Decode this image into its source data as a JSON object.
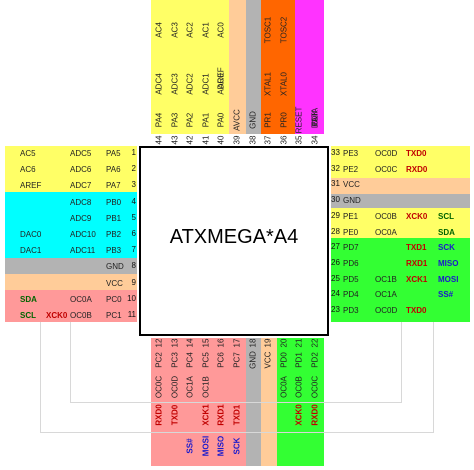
{
  "chip": {
    "name": "ATXMEGA*A4"
  },
  "colors": {
    "yellow": "#ffff66",
    "cyan": "#00ffff",
    "grey": "#b3b3b3",
    "peach": "#ffcc99",
    "red": "#ff9999",
    "green": "#33ff33",
    "orange": "#ff6600",
    "magenta": "#ff33ff"
  },
  "left": [
    {
      "num": "1",
      "pin": "PA5",
      "f1": "ADC5",
      "f2": "AC5",
      "f3": ""
    },
    {
      "num": "2",
      "pin": "PA6",
      "f1": "ADC6",
      "f2": "AC6",
      "f3": ""
    },
    {
      "num": "3",
      "pin": "PA7",
      "f1": "ADC7",
      "f2": "AREF",
      "f3": ""
    },
    {
      "num": "4",
      "pin": "PB0",
      "f1": "ADC8",
      "f2": "",
      "f3": ""
    },
    {
      "num": "5",
      "pin": "PB1",
      "f1": "ADC9",
      "f2": "",
      "f3": ""
    },
    {
      "num": "6",
      "pin": "PB2",
      "f1": "ADC10",
      "f2": "DAC0",
      "f3": ""
    },
    {
      "num": "7",
      "pin": "PB3",
      "f1": "ADC11",
      "f2": "DAC1",
      "f3": ""
    },
    {
      "num": "8",
      "pin": "GND",
      "f1": "",
      "f2": "",
      "f3": ""
    },
    {
      "num": "9",
      "pin": "VCC",
      "f1": "",
      "f2": "",
      "f3": ""
    },
    {
      "num": "10",
      "pin": "PC0",
      "f1": "OC0A",
      "f2": "",
      "f3": "SDA"
    },
    {
      "num": "11",
      "pin": "PC1",
      "f1": "OC0B",
      "f2": "XCK0",
      "f3": "SCL"
    }
  ],
  "right": [
    {
      "num": "33",
      "pin": "PE3",
      "f1": "OC0D",
      "f2": "TXD0",
      "f3": ""
    },
    {
      "num": "32",
      "pin": "PE2",
      "f1": "OC0C",
      "f2": "RXD0",
      "f3": ""
    },
    {
      "num": "31",
      "pin": "VCC",
      "f1": "",
      "f2": "",
      "f3": ""
    },
    {
      "num": "30",
      "pin": "GND",
      "f1": "",
      "f2": "",
      "f3": ""
    },
    {
      "num": "29",
      "pin": "PE1",
      "f1": "OC0B",
      "f2": "XCK0",
      "f3": "SCL"
    },
    {
      "num": "28",
      "pin": "PE0",
      "f1": "OC0A",
      "f2": "",
      "f3": "SDA"
    },
    {
      "num": "27",
      "pin": "PD7",
      "f1": "",
      "f2": "TXD1",
      "f3": "SCK"
    },
    {
      "num": "26",
      "pin": "PD6",
      "f1": "",
      "f2": "RXD1",
      "f3": "MISO"
    },
    {
      "num": "25",
      "pin": "PD5",
      "f1": "OC1B",
      "f2": "XCK1",
      "f3": "MOSI"
    },
    {
      "num": "24",
      "pin": "PD4",
      "f1": "OC1A",
      "f2": "",
      "f3": "SS#"
    },
    {
      "num": "23",
      "pin": "PD3",
      "f1": "OC0D",
      "f2": "TXD0",
      "f3": ""
    }
  ],
  "top": [
    {
      "num": "44",
      "pin": "PA4",
      "f1": "ADC4",
      "f2": "AC4"
    },
    {
      "num": "43",
      "pin": "PA3",
      "f1": "ADC3",
      "f2": "AC3"
    },
    {
      "num": "42",
      "pin": "PA2",
      "f1": "ADC2",
      "f2": "AC2"
    },
    {
      "num": "41",
      "pin": "PA1",
      "f1": "ADC1",
      "f2": "AC1"
    },
    {
      "num": "40",
      "pin": "PA0",
      "f1": "ADC0",
      "f2": "AC0",
      "f3": "AREF"
    },
    {
      "num": "39",
      "pin": "AVCC"
    },
    {
      "num": "38",
      "pin": "GND"
    },
    {
      "num": "37",
      "pin": "PR1",
      "f1": "XTAL1",
      "f2": "TOSC1"
    },
    {
      "num": "36",
      "pin": "PR0",
      "f1": "XTAL0",
      "f2": "TOSC2"
    },
    {
      "num": "35",
      "pin": "RESET"
    },
    {
      "num": "34",
      "pin": "PDI",
      "f1": "CLK",
      "f2": "DATA"
    }
  ],
  "bottom": [
    {
      "num": "12",
      "pin": "PC2",
      "f1": "OC0C",
      "f2": "RXD0",
      "f3": ""
    },
    {
      "num": "13",
      "pin": "PC3",
      "f1": "OC0D",
      "f2": "TXD0",
      "f3": ""
    },
    {
      "num": "14",
      "pin": "PC4",
      "f1": "OC1A",
      "f2": "",
      "f3": "SS#"
    },
    {
      "num": "15",
      "pin": "PC5",
      "f1": "OC1B",
      "f2": "XCK1",
      "f3": "MOSI"
    },
    {
      "num": "16",
      "pin": "PC6",
      "f1": "",
      "f2": "RXD1",
      "f3": "MISO"
    },
    {
      "num": "17",
      "pin": "PC7",
      "f1": "",
      "f2": "TXD1",
      "f3": "SCK"
    },
    {
      "num": "18",
      "pin": "GND"
    },
    {
      "num": "19",
      "pin": "VCC"
    },
    {
      "num": "20",
      "pin": "PD0",
      "f1": "OC0A",
      "f2": "",
      "": ""
    },
    {
      "num": "21",
      "pin": "PD1",
      "f1": "OC0B",
      "f2": "XCK0"
    },
    {
      "num": "22",
      "pin": "PD2",
      "f1": "OC0C",
      "f2": "RXD0"
    }
  ]
}
